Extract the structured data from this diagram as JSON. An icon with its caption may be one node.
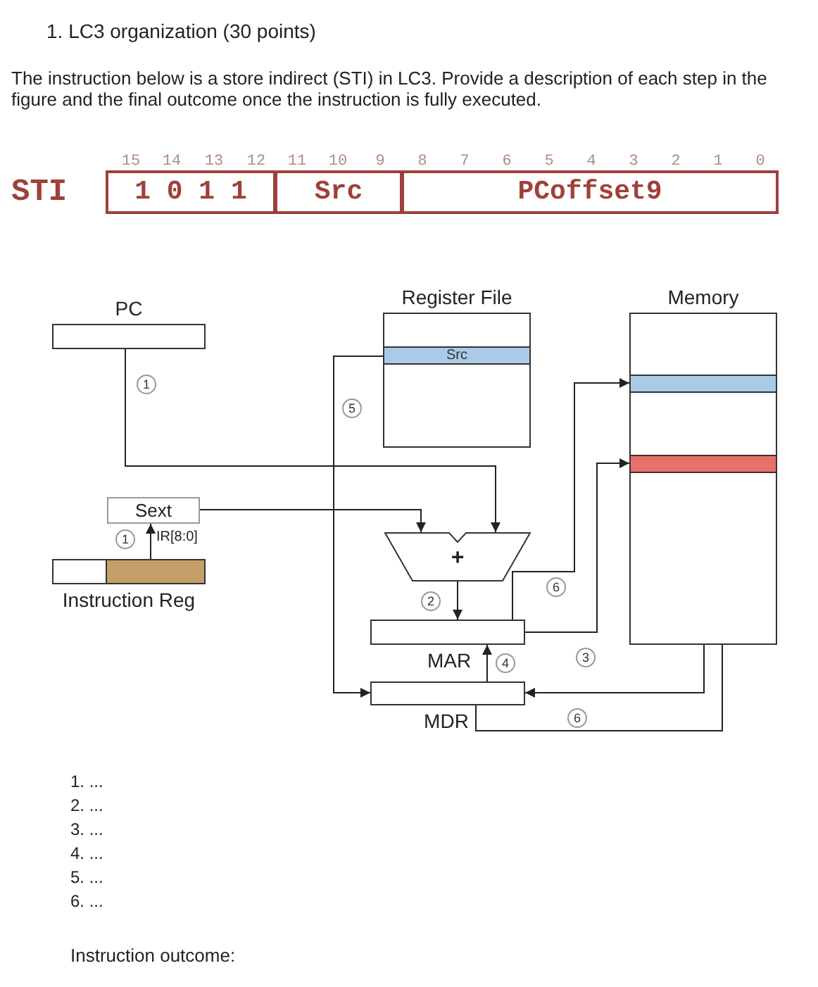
{
  "diagram": {
    "title": "1. LC3 organization (30 points)",
    "nodes": [
      {
        "text": [
          "PC"
        ]
      },
      {
        "text": [
          "Sext"
        ]
      },
      {
        "text": [
          "Instruction Reg"
        ]
      },
      {
        "text": [],
        "shape": "bar",
        "in": 2
      },
      {
        "text": [
          "Register File"
        ]
      },
      {
        "text": [
          "Src"
        ],
        "in": 4
      },
      {
        "text": [
          "+"
        ]
      },
      {
        "text": [
          "MAR"
        ]
      },
      {
        "text": [
          "MDR"
        ]
      },
      {
        "text": [
          "Memory"
        ]
      },
      {
        "text": [],
        "shape": "bar",
        "in": 9
      },
      {
        "text": [],
        "shape": "bar",
        "in": 9
      }
    ],
    "edges": [
      {
        "from": 0,
        "to": 6,
        "arrow": "to",
        "label": "1"
      },
      {
        "from": 3,
        "to": 1,
        "arrow": "to",
        "label": "IR[8:0]"
      },
      {
        "from": 1,
        "to": 6,
        "arrow": "to"
      },
      {
        "from": 6,
        "to": 7,
        "arrow": "to",
        "label": "2"
      },
      {
        "from": 7,
        "to": 11,
        "arrow": "to",
        "label": "3"
      },
      {
        "from": 8,
        "to": 7,
        "arrow": "to",
        "label": "4"
      },
      {
        "from": 5,
        "to": 8,
        "arrow": "to",
        "label": "5"
      },
      {
        "from": 11,
        "to": 8,
        "arrow": "to"
      },
      {
        "from": 7,
        "to": 10,
        "arrow": "to",
        "label": "6"
      },
      {
        "from": 8,
        "to": 10,
        "arrow": "to",
        "label": "6"
      }
    ],
    "labels": [
      "The instruction below is a store indirect (STI) in LC3. Provide a description of each step in the figure and the final outcome once the instruction is fully executed.",
      "15",
      "14",
      "13",
      "12",
      "11",
      "10",
      "9",
      "8",
      "7",
      "6",
      "5",
      "4",
      "3",
      "2",
      "1",
      "0",
      "STI",
      "1 0 1 1",
      "Src",
      "PCoffset9",
      "1",
      "1. ...",
      "2. ...",
      "3. ...",
      "4. ...",
      "5. ...",
      "6. ...",
      "Instruction outcome:"
    ]
  }
}
